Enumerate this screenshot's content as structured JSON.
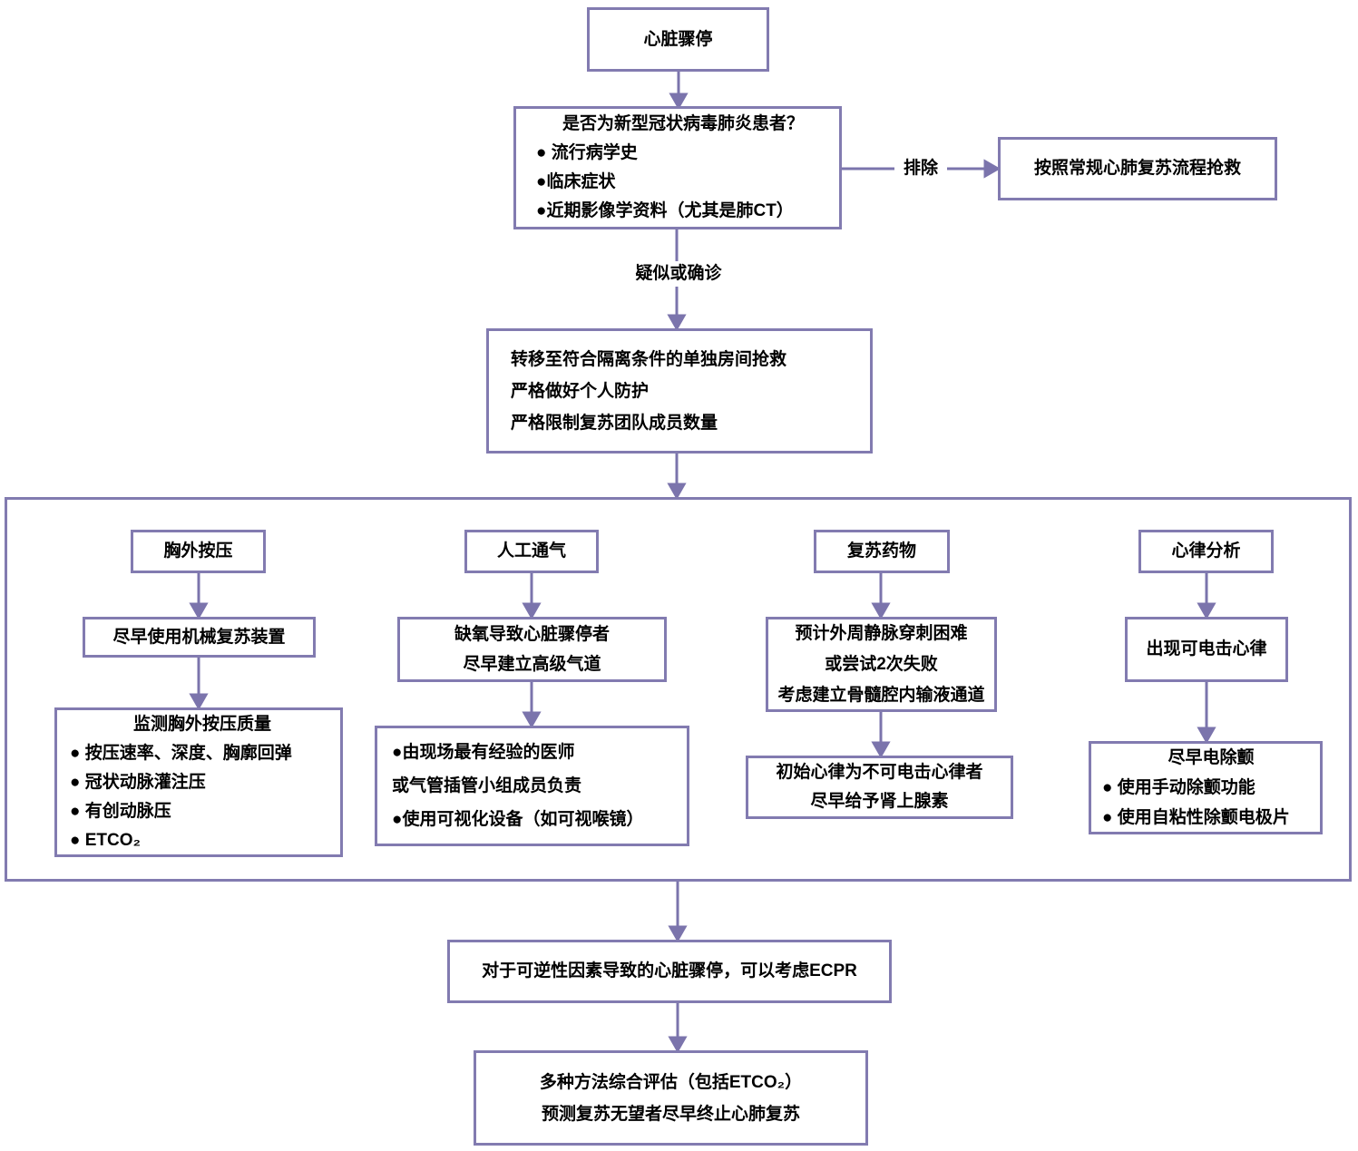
{
  "diagram": {
    "start_box": "心脏骤停",
    "screening_box": {
      "title": "是否为新型冠状病毒肺炎患者？",
      "bullets": [
        "● 流行病学史",
        "●临床症状",
        "●近期影像学资料（尤其是肺CT）"
      ]
    },
    "exclude_label": "排除",
    "conventional_box": "按照常规心肺复苏流程抢救",
    "suspected_label": "疑似或确诊",
    "isolation_box": {
      "lines": [
        "转移至符合隔离条件的单独房间抢救",
        "严格做好个人防护",
        "严格限制复苏团队成员数量"
      ]
    },
    "columns": [
      {
        "header": "胸外按压",
        "step1": {
          "lines": [
            "尽早使用机械复苏装置"
          ]
        },
        "step2": {
          "title": "监测胸外按压质量",
          "bullets": [
            "● 按压速率、深度、胸廓回弹",
            "● 冠状动脉灌注压",
            "● 有创动脉压",
            "● ETCO₂"
          ]
        }
      },
      {
        "header": "人工通气",
        "step1": {
          "lines": [
            "缺氧导致心脏骤停者",
            "尽早建立高级气道"
          ]
        },
        "step2": {
          "bullets": [
            "●由现场最有经验的医师",
            "或气管插管小组成员负责",
            "●使用可视化设备（如可视喉镜）"
          ]
        }
      },
      {
        "header": "复苏药物",
        "step1": {
          "lines": [
            "预计外周静脉穿刺困难",
            "或尝试2次失败",
            "考虑建立骨髓腔内输液通道"
          ]
        },
        "step2": {
          "lines": [
            "初始心律为不可电击心律者",
            "尽早给予肾上腺素"
          ]
        }
      },
      {
        "header": "心律分析",
        "step1": {
          "lines": [
            "出现可电击心律"
          ]
        },
        "step2": {
          "title": "尽早电除颤",
          "bullets": [
            "● 使用手动除颤功能",
            "● 使用自粘性除颤电极片"
          ]
        }
      }
    ],
    "ecpr_box": "对于可逆性因素导致的心脏骤停，可以考虑ECPR",
    "final_box": {
      "lines": [
        "多种方法综合评估（包括ETCO₂）",
        "预测复苏无望者尽早终止心肺复苏"
      ]
    }
  },
  "colors": {
    "box_border": "#827bb0",
    "arrow": "#7b74ac",
    "text": "#000000",
    "background": "#ffffff"
  }
}
